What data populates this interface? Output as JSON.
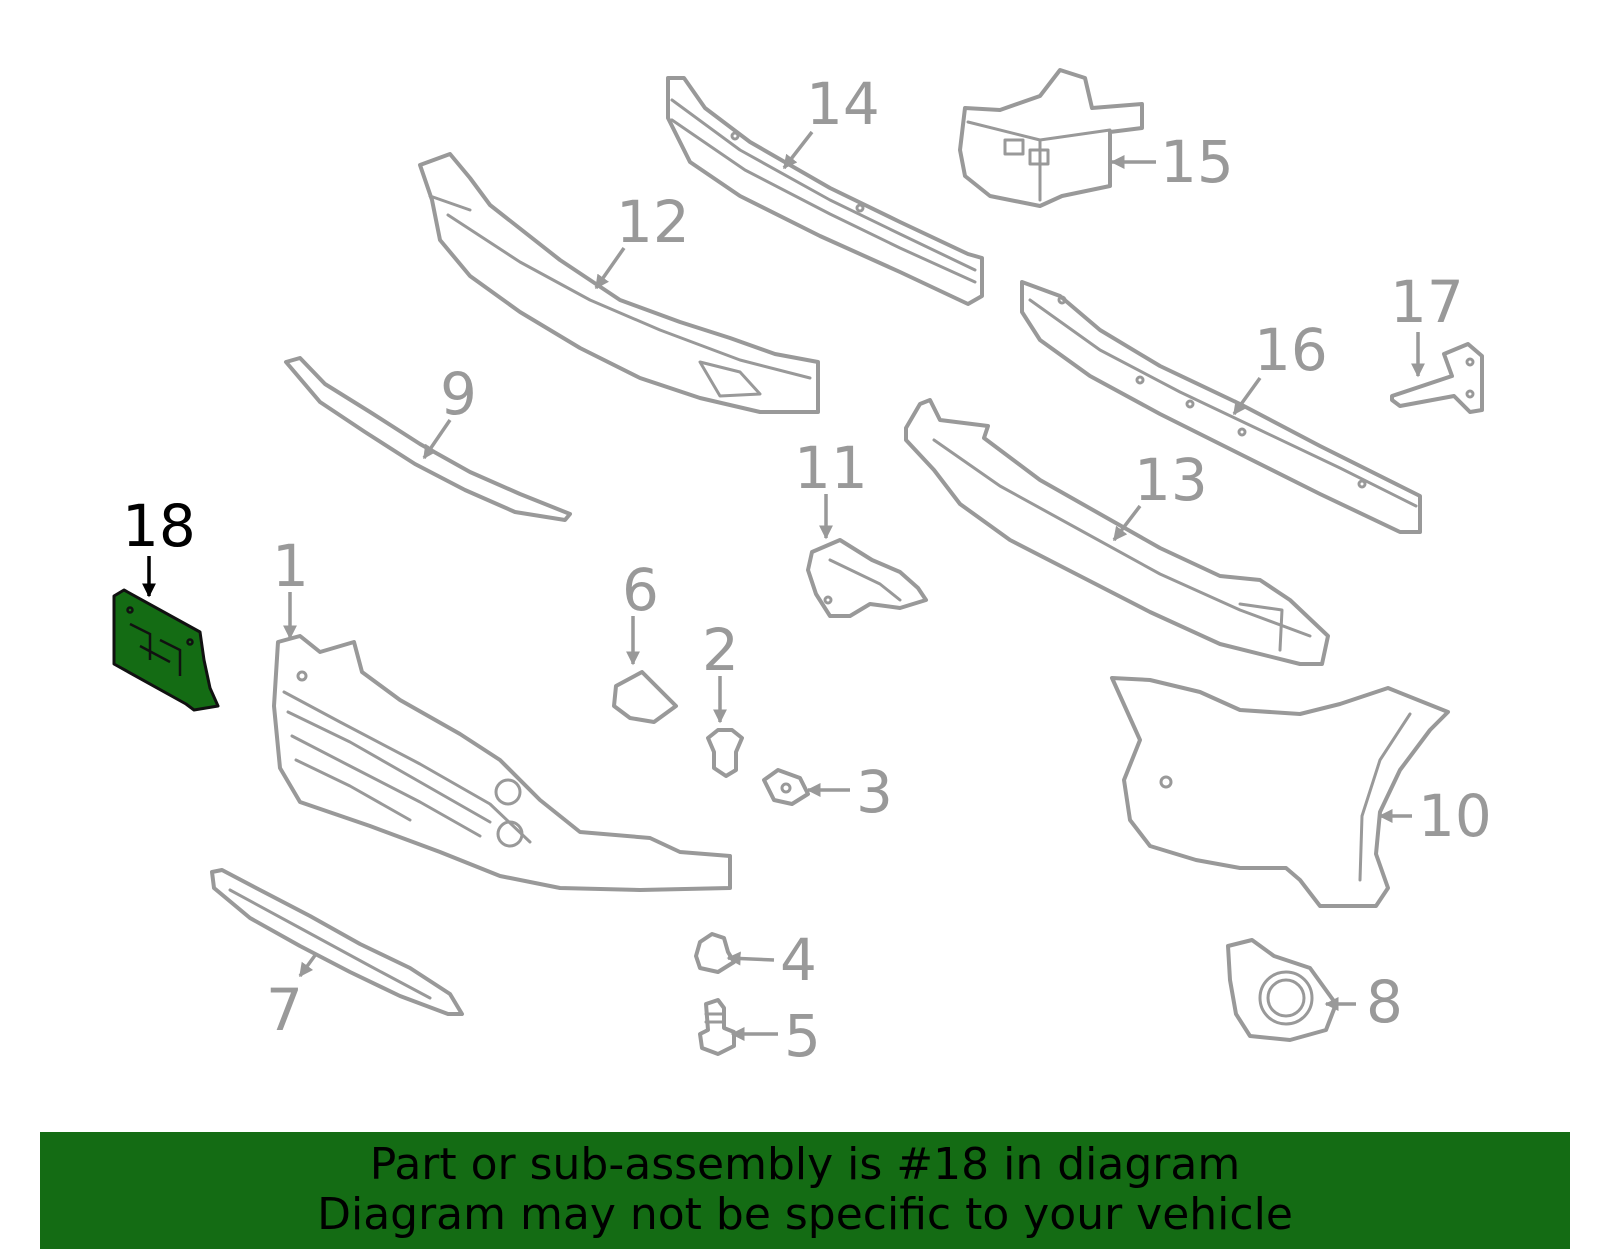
{
  "highlight_color": "#146c14",
  "line_color": "#999999",
  "callouts": {
    "c1": "1",
    "c2": "2",
    "c3": "3",
    "c4": "4",
    "c5": "5",
    "c6": "6",
    "c7": "7",
    "c8": "8",
    "c9": "9",
    "c10": "10",
    "c11": "11",
    "c12": "12",
    "c13": "13",
    "c14": "14",
    "c15": "15",
    "c16": "16",
    "c17": "17",
    "c18": "18"
  },
  "banner": {
    "line1": "Part or sub-assembly is #18 in diagram",
    "line2": "Diagram may not be specific to your vehicle"
  }
}
